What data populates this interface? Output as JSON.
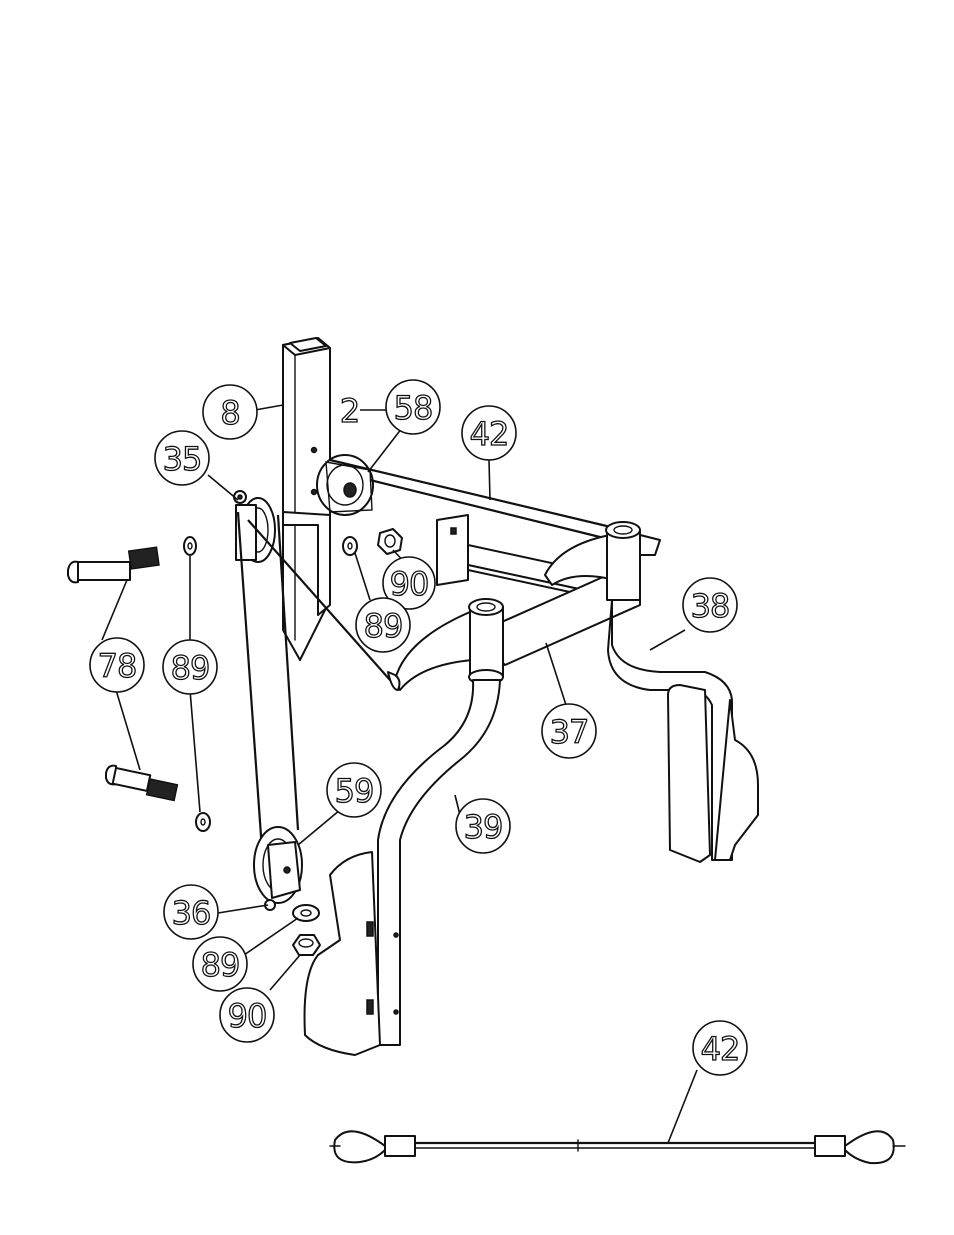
{
  "callouts": {
    "p8": "8",
    "p58_qty": "2",
    "p58": "58",
    "p42_top": "42",
    "p35": "35",
    "p90_top": "90",
    "p89_top": "89",
    "p38": "38",
    "p78": "78",
    "p89_left": "89",
    "p37": "37",
    "p39": "39",
    "p59": "59",
    "p36": "36",
    "p89_bottom": "89",
    "p90_bottom": "90",
    "p42_bottom": "42"
  }
}
